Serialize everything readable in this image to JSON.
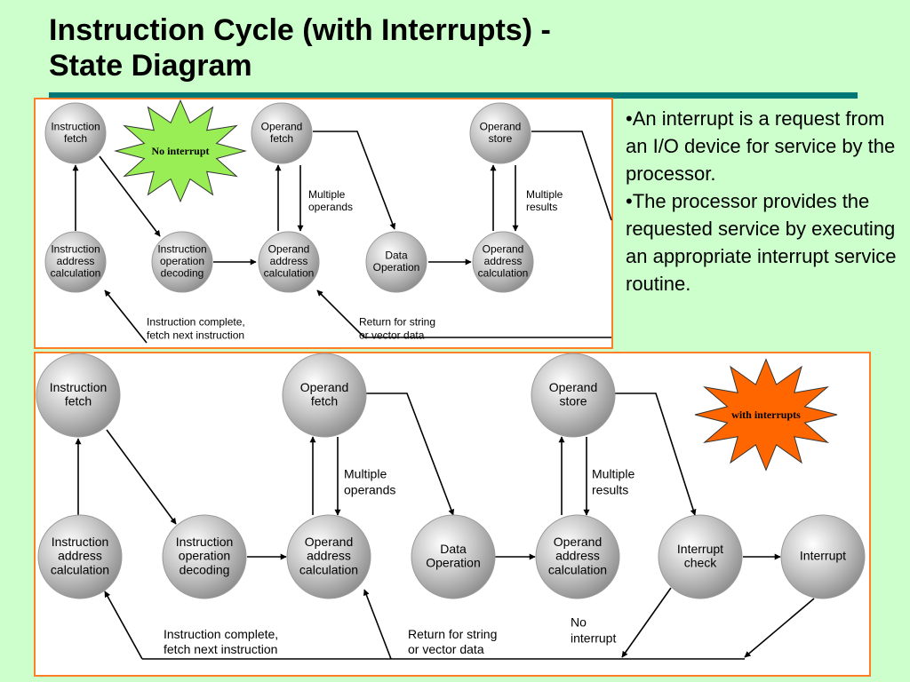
{
  "title": {
    "line1": "Instruction Cycle (with Interrupts) -",
    "line2": "State Diagram"
  },
  "bullets": [
    "•An interrupt is a request from an I/O device for service by the processor.",
    "•The processor provides the requested service by executing an appropriate interrupt service routine."
  ],
  "colors": {
    "background": "#ccffcc",
    "title_rule": "#007777",
    "panel_border": "#ff7f27",
    "no_interrupt_burst": "#99ee55",
    "with_interrupts_burst": "#ff6600"
  },
  "top_diagram": {
    "burst": "No interrupt",
    "nodes": {
      "instruction_fetch": [
        "Instruction",
        "fetch"
      ],
      "operand_fetch": [
        "Operand",
        "fetch"
      ],
      "operand_store": [
        "Operand",
        "store"
      ],
      "instruction_address_calc": [
        "Instruction",
        "address",
        "calculation"
      ],
      "instruction_operation_decoding": [
        "Instruction",
        "operation",
        "decoding"
      ],
      "operand_address_calc_1": [
        "Operand",
        "address",
        "calculation"
      ],
      "data_operation": [
        "Data",
        "Operation"
      ],
      "operand_address_calc_2": [
        "Operand",
        "address",
        "calculation"
      ]
    },
    "labels": {
      "multiple_operands": [
        "Multiple",
        "operands"
      ],
      "multiple_results": [
        "Multiple",
        "results"
      ],
      "instruction_complete": [
        "Instruction complete,",
        "fetch next instruction"
      ],
      "return_string": [
        "Return for string",
        "or vector data"
      ]
    }
  },
  "bottom_diagram": {
    "burst": "with interrupts",
    "nodes": {
      "instruction_fetch": [
        "Instruction",
        "fetch"
      ],
      "operand_fetch": [
        "Operand",
        "fetch"
      ],
      "operand_store": [
        "Operand",
        "store"
      ],
      "instruction_address_calc": [
        "Instruction",
        "address",
        "calculation"
      ],
      "instruction_operation_decoding": [
        "Instruction",
        "operation",
        "decoding"
      ],
      "operand_address_calc_1": [
        "Operand",
        "address",
        "calculation"
      ],
      "data_operation": [
        "Data",
        "Operation"
      ],
      "operand_address_calc_2": [
        "Operand",
        "address",
        "calculation"
      ],
      "interrupt_check": [
        "Interrupt",
        "check"
      ],
      "interrupt": [
        "Interrupt"
      ]
    },
    "labels": {
      "multiple_operands": [
        "Multiple",
        "operands"
      ],
      "multiple_results": [
        "Multiple",
        "results"
      ],
      "instruction_complete": [
        "Instruction complete,",
        "fetch next instruction"
      ],
      "return_string": [
        "Return for string",
        "or vector data"
      ],
      "no_interrupt": [
        "No",
        "interrupt"
      ]
    }
  }
}
